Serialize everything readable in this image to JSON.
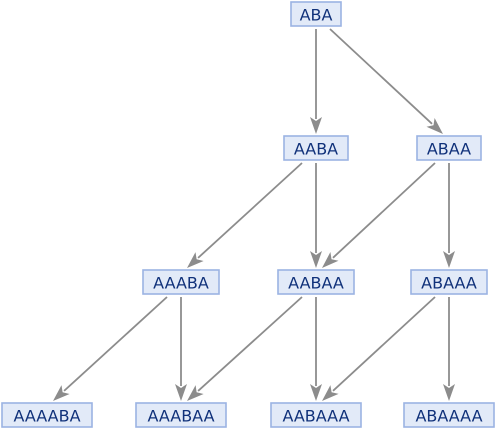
{
  "diagram": {
    "type": "directed-graph",
    "colors": {
      "node_fill": "#e2eaf8",
      "node_border": "#9bb3e3",
      "label": "#10317a",
      "edge": "#8c8c8c"
    },
    "nodes": [
      {
        "id": "ABA",
        "label": "ABA"
      },
      {
        "id": "AABA",
        "label": "AABA"
      },
      {
        "id": "ABAA",
        "label": "ABAA"
      },
      {
        "id": "AAABA",
        "label": "AAABA"
      },
      {
        "id": "AABAA",
        "label": "AABAA"
      },
      {
        "id": "ABAAA",
        "label": "ABAAA"
      },
      {
        "id": "AAAABA",
        "label": "AAAABA"
      },
      {
        "id": "AAABAA",
        "label": "AAABAA"
      },
      {
        "id": "AABAAA",
        "label": "AABAAA"
      },
      {
        "id": "ABAAAA",
        "label": "ABAAAA"
      }
    ],
    "edges": [
      {
        "from": "ABA",
        "to": "AABA"
      },
      {
        "from": "ABA",
        "to": "ABAA"
      },
      {
        "from": "AABA",
        "to": "AAABA"
      },
      {
        "from": "AABA",
        "to": "AABAA"
      },
      {
        "from": "ABAA",
        "to": "AABAA"
      },
      {
        "from": "ABAA",
        "to": "ABAAA"
      },
      {
        "from": "AAABA",
        "to": "AAAABA"
      },
      {
        "from": "AAABA",
        "to": "AAABAA"
      },
      {
        "from": "AABAA",
        "to": "AAABAA"
      },
      {
        "from": "AABAA",
        "to": "AABAAA"
      },
      {
        "from": "ABAAA",
        "to": "AABAAA"
      },
      {
        "from": "ABAAA",
        "to": "ABAAAA"
      }
    ]
  }
}
